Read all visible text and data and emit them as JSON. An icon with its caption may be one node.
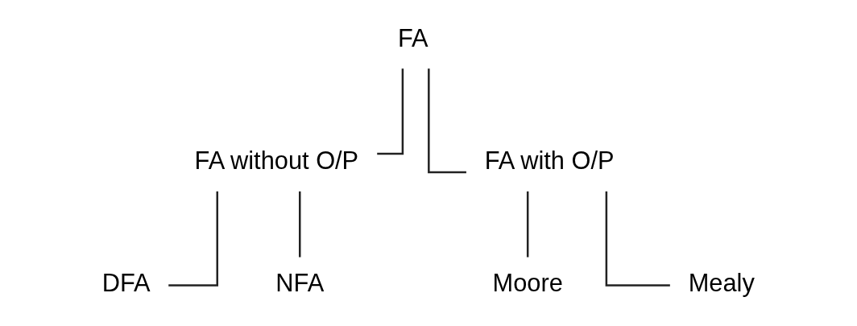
{
  "diagram": {
    "nodes": [
      {
        "text": [
          "FA"
        ]
      },
      {
        "text": [
          "FA without O/P"
        ]
      },
      {
        "text": [
          "FA with O/P"
        ]
      },
      {
        "text": [
          "DFA"
        ]
      },
      {
        "text": [
          "NFA"
        ]
      },
      {
        "text": [
          "Moore"
        ]
      },
      {
        "text": [
          "Mealy"
        ]
      }
    ],
    "edges": [
      {
        "from": 0,
        "to": 1,
        "arrow": "none"
      },
      {
        "from": 0,
        "to": 2,
        "arrow": "none"
      },
      {
        "from": 1,
        "to": 3,
        "arrow": "none"
      },
      {
        "from": 1,
        "to": 4,
        "arrow": "none"
      },
      {
        "from": 2,
        "to": 5,
        "arrow": "none"
      },
      {
        "from": 2,
        "to": 6,
        "arrow": "none"
      }
    ]
  }
}
